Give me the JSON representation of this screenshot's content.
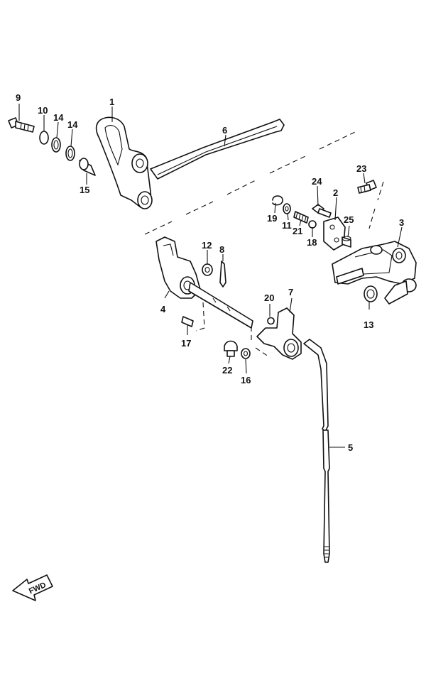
{
  "callouts": {
    "c1": "1",
    "c2": "2",
    "c3": "3",
    "c4": "4",
    "c5": "5",
    "c6": "6",
    "c7": "7",
    "c8": "8",
    "c9": "9",
    "c10": "10",
    "c11": "11",
    "c12": "12",
    "c13": "13",
    "c14a": "14",
    "c14b": "14",
    "c15": "15",
    "c16": "16",
    "c17": "17",
    "c18": "18",
    "c19": "19",
    "c20": "20",
    "c21": "21",
    "c22": "22",
    "c23": "23",
    "c24": "24",
    "c25": "25"
  },
  "direction": {
    "label": "FWD",
    "icon": "forward-arrow-icon"
  }
}
